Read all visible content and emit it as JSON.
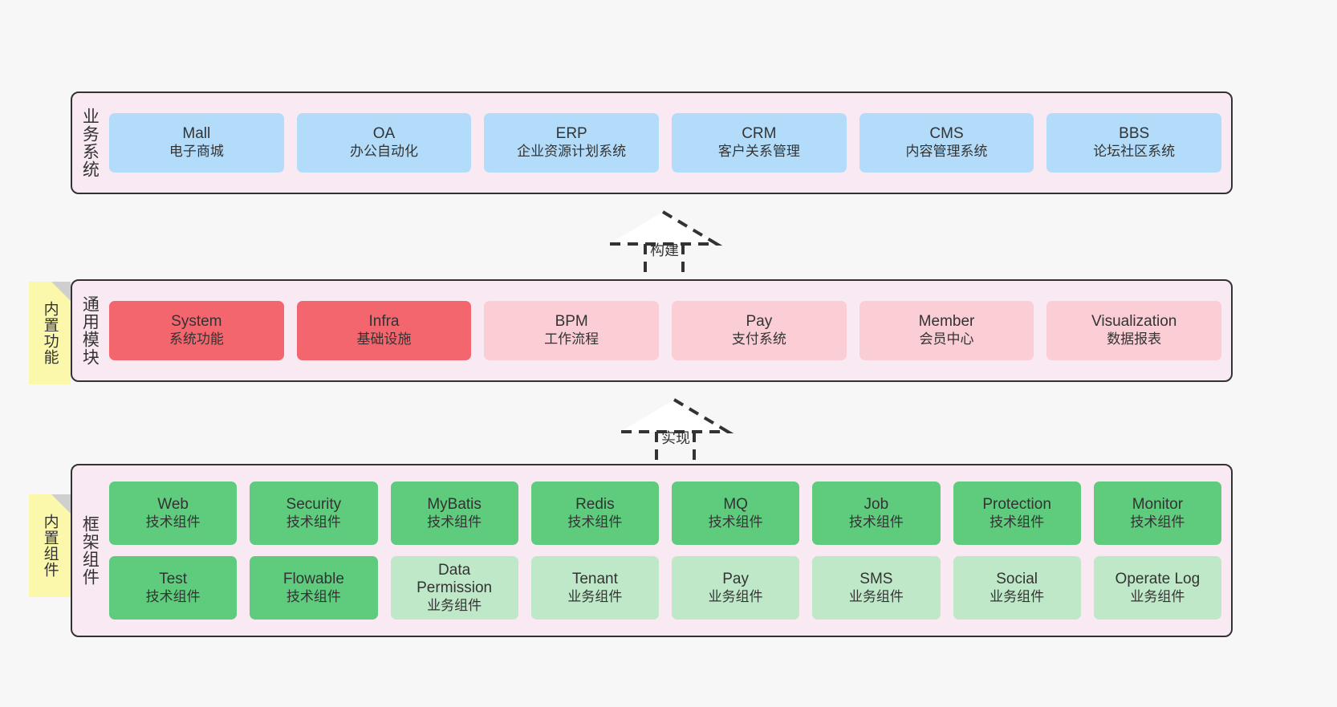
{
  "page": {
    "background": "#f7f7f7",
    "panel_bg": "#f9e9f3",
    "panel_border": "#333333"
  },
  "layers": [
    {
      "id": "business-systems",
      "label": "业务系统",
      "note": null,
      "rows": [
        {
          "nodes": [
            {
              "title": "Mall",
              "sub": "电子商城",
              "color": "#b3dcfb",
              "style": "blue"
            },
            {
              "title": "OA",
              "sub": "办公自动化",
              "color": "#b3dcfb",
              "style": "blue"
            },
            {
              "title": "ERP",
              "sub": "企业资源计划系统",
              "color": "#b3dcfb",
              "style": "blue"
            },
            {
              "title": "CRM",
              "sub": "客户关系管理",
              "color": "#b3dcfb",
              "style": "blue"
            },
            {
              "title": "CMS",
              "sub": "内容管理系统",
              "color": "#b3dcfb",
              "style": "blue"
            },
            {
              "title": "BBS",
              "sub": "论坛社区系统",
              "color": "#b3dcfb",
              "style": "blue"
            }
          ]
        }
      ]
    },
    {
      "id": "common-modules",
      "label": "通用模块",
      "note": "内置功能",
      "rows": [
        {
          "nodes": [
            {
              "title": "System",
              "sub": "系统功能",
              "color": "#f3666d",
              "style": "red"
            },
            {
              "title": "Infra",
              "sub": "基础设施",
              "color": "#f3666d",
              "style": "red"
            },
            {
              "title": "BPM",
              "sub": "工作流程",
              "color": "#fbcdd5",
              "style": "pink"
            },
            {
              "title": "Pay",
              "sub": "支付系统",
              "color": "#fbcdd5",
              "style": "pink"
            },
            {
              "title": "Member",
              "sub": "会员中心",
              "color": "#fbcdd5",
              "style": "pink"
            },
            {
              "title": "Visualization",
              "sub": "数据报表",
              "color": "#fbcdd5",
              "style": "pink"
            }
          ]
        }
      ]
    },
    {
      "id": "framework-components",
      "label": "框架组件",
      "note": "内置组件",
      "rows": [
        {
          "nodes": [
            {
              "title": "Web",
              "sub": "技术组件",
              "color": "#5ecb7d",
              "style": "green"
            },
            {
              "title": "Security",
              "sub": "技术组件",
              "color": "#5ecb7d",
              "style": "green"
            },
            {
              "title": "MyBatis",
              "sub": "技术组件",
              "color": "#5ecb7d",
              "style": "green"
            },
            {
              "title": "Redis",
              "sub": "技术组件",
              "color": "#5ecb7d",
              "style": "green"
            },
            {
              "title": "MQ",
              "sub": "技术组件",
              "color": "#5ecb7d",
              "style": "green"
            },
            {
              "title": "Job",
              "sub": "技术组件",
              "color": "#5ecb7d",
              "style": "green"
            },
            {
              "title": "Protection",
              "sub": "技术组件",
              "color": "#5ecb7d",
              "style": "green"
            },
            {
              "title": "Monitor",
              "sub": "技术组件",
              "color": "#5ecb7d",
              "style": "green"
            }
          ]
        },
        {
          "nodes": [
            {
              "title": "Test",
              "sub": "技术组件",
              "color": "#5ecb7d",
              "style": "green"
            },
            {
              "title": "Flowable",
              "sub": "技术组件",
              "color": "#5ecb7d",
              "style": "green"
            },
            {
              "title": "Data Permission",
              "sub": "业务组件",
              "color": "#bfe8c8",
              "style": "green-light"
            },
            {
              "title": "Tenant",
              "sub": "业务组件",
              "color": "#bfe8c8",
              "style": "green-light"
            },
            {
              "title": "Pay",
              "sub": "业务组件",
              "color": "#bfe8c8",
              "style": "green-light"
            },
            {
              "title": "SMS",
              "sub": "业务组件",
              "color": "#bfe8c8",
              "style": "green-light"
            },
            {
              "title": "Social",
              "sub": "业务组件",
              "color": "#bfe8c8",
              "style": "green-light"
            },
            {
              "title": "Operate Log",
              "sub": "业务组件",
              "color": "#bfe8c8",
              "style": "green-light"
            }
          ]
        }
      ]
    }
  ],
  "connectors": [
    {
      "id": "build",
      "label": "构建",
      "from": "common-modules",
      "to": "business-systems"
    },
    {
      "id": "implement",
      "label": "实现",
      "from": "framework-components",
      "to": "common-modules"
    }
  ]
}
